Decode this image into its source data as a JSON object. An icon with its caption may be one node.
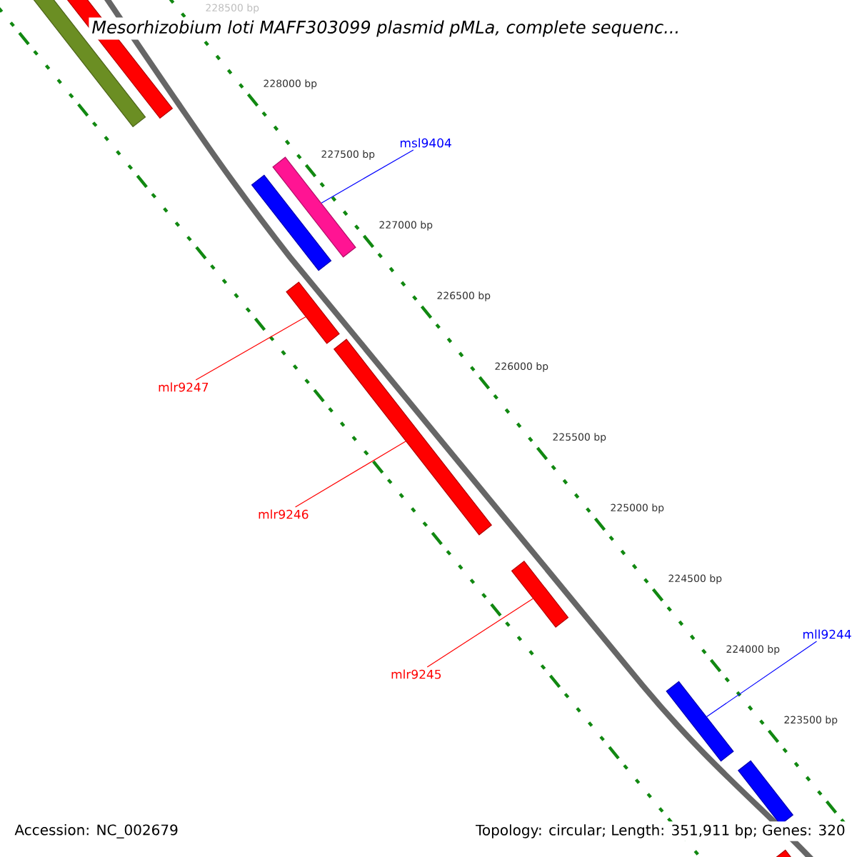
{
  "diagram": {
    "title": "Mesorhizobium loti MAFF303099 plasmid pMLa, complete sequenc...",
    "nodes": [
      {
        "text": [],
        "shape": "bar"
      },
      {
        "text": [],
        "shape": "bar"
      },
      {
        "text": [
          "msl9404"
        ]
      },
      {
        "text": [],
        "shape": "bar"
      },
      {
        "text": [],
        "shape": "bar"
      },
      {
        "text": [],
        "shape": "bar"
      },
      {
        "text": [
          "mlr9247"
        ]
      },
      {
        "text": [],
        "shape": "bar"
      },
      {
        "text": [
          "mlr9246"
        ]
      },
      {
        "text": [],
        "shape": "bar"
      },
      {
        "text": [
          "mlr9245"
        ]
      },
      {
        "text": [
          "mll9244"
        ]
      },
      {
        "text": [],
        "shape": "bar"
      },
      {
        "text": [],
        "shape": "bar"
      },
      {
        "text": [],
        "shape": "bar"
      }
    ],
    "edges": [
      {
        "from": 2,
        "to": 3,
        "arrow": "none",
        "color": "#0000ff"
      },
      {
        "from": 6,
        "to": 5,
        "arrow": "none"
      },
      {
        "from": 8,
        "to": 7,
        "arrow": "none"
      },
      {
        "from": 10,
        "to": 9,
        "arrow": "none"
      },
      {
        "from": 11,
        "to": 12,
        "arrow": "none",
        "color": "#0000ff"
      }
    ],
    "labels": [
      "228500 bp",
      "228000 bp",
      "227500 bp",
      "227000 bp",
      "226500 bp",
      "226000 bp",
      "225500 bp",
      "225000 bp",
      "224500 bp",
      "224000 bp",
      "223500 bp",
      "Accession: NC_002679",
      "Topology: circular; Length: 351,911 bp; Genes: 320"
    ]
  }
}
